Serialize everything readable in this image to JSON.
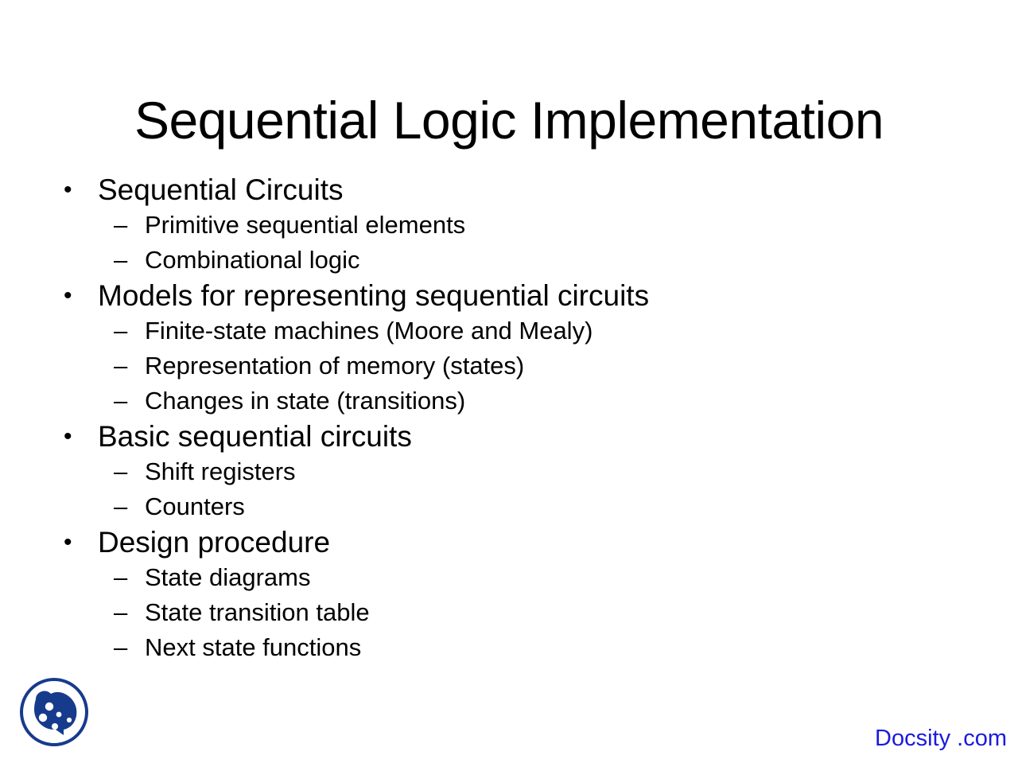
{
  "slide": {
    "title": "Sequential Logic Implementation",
    "background_color": "#FFFFFF",
    "text_color": "#000000",
    "level1_bullet_glyph": "•",
    "level2_bullet_glyph": "–",
    "outline": [
      {
        "level": 1,
        "text": "Sequential Circuits",
        "children": [
          {
            "level": 2,
            "text": "Primitive sequential elements"
          },
          {
            "level": 2,
            "text": "Combinational logic"
          }
        ]
      },
      {
        "level": 1,
        "text": "Models for representing sequential circuits",
        "children": [
          {
            "level": 2,
            "text": "Finite-state machines (Moore and Mealy)"
          },
          {
            "level": 2,
            "text": "Representation of memory (states)"
          },
          {
            "level": 2,
            "text": "Changes in state (transitions)"
          }
        ]
      },
      {
        "level": 1,
        "text": "Basic sequential circuits",
        "children": [
          {
            "level": 2,
            "text": "Shift registers"
          },
          {
            "level": 2,
            "text": "Counters"
          }
        ]
      },
      {
        "level": 1,
        "text": "Design procedure",
        "children": [
          {
            "level": 2,
            "text": "State diagrams"
          },
          {
            "level": 2,
            "text": "State transition table"
          },
          {
            "level": 2,
            "text": "Next state functions"
          }
        ]
      }
    ]
  },
  "branding": {
    "logo_name": "docsity-ladybug-logo",
    "logo_color": "#173B8C",
    "watermark_text": "Docsity .com",
    "watermark_color": "#1A1AE0"
  }
}
